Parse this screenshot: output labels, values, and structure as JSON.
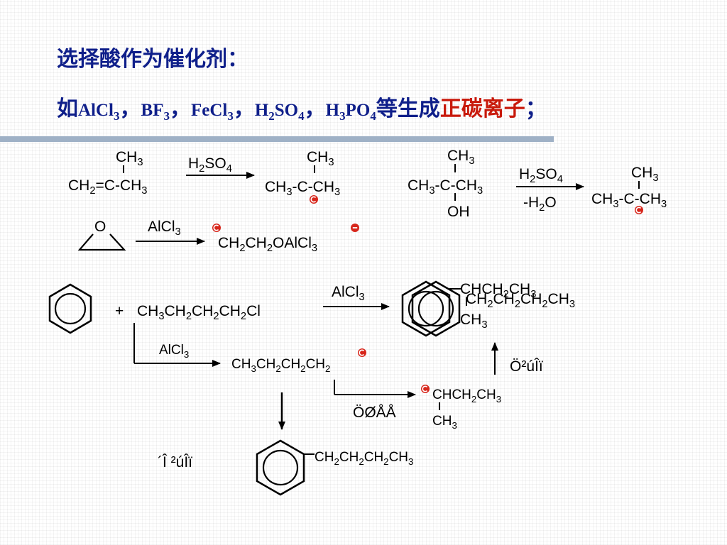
{
  "heading": {
    "line1": "选择酸作为催化剂：",
    "line2": {
      "prefix": "如",
      "catalysts": [
        {
          "parts": [
            {
              "t": "AlCl"
            },
            {
              "t": "3",
              "sub": true
            }
          ]
        },
        {
          "parts": [
            {
              "t": "BF"
            },
            {
              "t": "3",
              "sub": true
            }
          ]
        },
        {
          "parts": [
            {
              "t": "FeCl"
            },
            {
              "t": "3",
              "sub": true
            }
          ]
        },
        {
          "parts": [
            {
              "t": "H"
            },
            {
              "t": "2",
              "sub": true
            },
            {
              "t": "SO"
            },
            {
              "t": "4",
              "sub": true
            }
          ]
        },
        {
          "parts": [
            {
              "t": "H"
            },
            {
              "t": "3",
              "sub": true
            },
            {
              "t": "PO"
            },
            {
              "t": "4",
              "sub": true
            }
          ]
        }
      ],
      "separator": "，",
      "suffix": "等生成",
      "highlight": "正碳离子",
      "end": "；"
    }
  },
  "colors": {
    "heading": "#0f1f8a",
    "highlight": "#c8190b",
    "charge": "#d7261b",
    "rule": "#9fb1c6"
  },
  "reactions": {
    "r1": {
      "reactant_top": [
        {
          "t": "CH"
        },
        {
          "t": "3",
          "sub": true
        }
      ],
      "reactant": [
        {
          "t": "CH"
        },
        {
          "t": "2",
          "sub": true
        },
        {
          "t": "=C-CH"
        },
        {
          "t": "3",
          "sub": true
        }
      ],
      "reagent": [
        {
          "t": "H"
        },
        {
          "t": "2",
          "sub": true
        },
        {
          "t": "SO"
        },
        {
          "t": "4",
          "sub": true
        }
      ],
      "product_top": [
        {
          "t": "CH"
        },
        {
          "t": "3",
          "sub": true
        }
      ],
      "product": [
        {
          "t": "CH"
        },
        {
          "t": "3",
          "sub": true
        },
        {
          "t": "-C-CH"
        },
        {
          "t": "3",
          "sub": true
        }
      ]
    },
    "r2": {
      "reactant_top": [
        {
          "t": "CH"
        },
        {
          "t": "3",
          "sub": true
        }
      ],
      "reactant": [
        {
          "t": "CH"
        },
        {
          "t": "3",
          "sub": true
        },
        {
          "t": "-C-CH"
        },
        {
          "t": "3",
          "sub": true
        }
      ],
      "reactant_bottom": [
        {
          "t": "OH"
        }
      ],
      "reagent": [
        {
          "t": "H"
        },
        {
          "t": "2",
          "sub": true
        },
        {
          "t": "SO"
        },
        {
          "t": "4",
          "sub": true
        }
      ],
      "condition": [
        {
          "t": "-H"
        },
        {
          "t": "2",
          "sub": true
        },
        {
          "t": "O"
        }
      ],
      "product_top": [
        {
          "t": "CH"
        },
        {
          "t": "3",
          "sub": true
        }
      ],
      "product": [
        {
          "t": "CH"
        },
        {
          "t": "3",
          "sub": true
        },
        {
          "t": "-C-CH"
        },
        {
          "t": "3",
          "sub": true
        }
      ]
    },
    "r3": {
      "epoxide_o": [
        {
          "t": "O"
        }
      ],
      "reagent": [
        {
          "t": "AlCl"
        },
        {
          "t": "3",
          "sub": true
        }
      ],
      "product": [
        {
          "t": "CH"
        },
        {
          "t": "2",
          "sub": true
        },
        {
          "t": "CH"
        },
        {
          "t": "2",
          "sub": true
        },
        {
          "t": "OAlCl"
        },
        {
          "t": "3",
          "sub": true
        }
      ]
    },
    "r4": {
      "plus": "+",
      "alkyl_halide": [
        {
          "t": "CH"
        },
        {
          "t": "3",
          "sub": true
        },
        {
          "t": "CH"
        },
        {
          "t": "2",
          "sub": true
        },
        {
          "t": "CH"
        },
        {
          "t": "2",
          "sub": true
        },
        {
          "t": "CH"
        },
        {
          "t": "2",
          "sub": true
        },
        {
          "t": "Cl"
        }
      ],
      "reagent_main": [
        {
          "t": "AlCl"
        },
        {
          "t": "3",
          "sub": true
        }
      ],
      "reagent_branch": [
        {
          "t": "AlCl"
        },
        {
          "t": "3",
          "sub": true
        }
      ],
      "main_product_chain_a": [
        {
          "t": "CHCH"
        },
        {
          "t": "2",
          "sub": true
        },
        {
          "t": "CH"
        },
        {
          "t": "3",
          "sub": true
        }
      ],
      "main_product_chain_b": [
        {
          "t": "CH"
        },
        {
          "t": "2",
          "sub": true
        },
        {
          "t": "CH"
        },
        {
          "t": "2",
          "sub": true
        },
        {
          "t": "CH"
        },
        {
          "t": "2",
          "sub": true
        },
        {
          "t": "CH"
        },
        {
          "t": "3",
          "sub": true
        }
      ],
      "main_product_methyl": [
        {
          "t": "CH"
        },
        {
          "t": "3",
          "sub": true
        }
      ],
      "primary_carbocation": [
        {
          "t": "CH"
        },
        {
          "t": "3",
          "sub": true
        },
        {
          "t": "CH"
        },
        {
          "t": "2",
          "sub": true
        },
        {
          "t": "CH"
        },
        {
          "t": "2",
          "sub": true
        },
        {
          "t": "CH"
        },
        {
          "t": "2",
          "sub": true
        }
      ],
      "main_product_label": "Ö²úÎï",
      "rearrangement_label": "ÖØÅÅ",
      "secondary_carbocation": [
        {
          "t": "CHCH"
        },
        {
          "t": "2",
          "sub": true
        },
        {
          "t": "CH"
        },
        {
          "t": "3",
          "sub": true
        }
      ],
      "secondary_methyl": [
        {
          "t": "CH"
        },
        {
          "t": "3",
          "sub": true
        }
      ],
      "minor_product_label": "´Î ²úÎï",
      "minor_product_chain": [
        {
          "t": "CH"
        },
        {
          "t": "2",
          "sub": true
        },
        {
          "t": "CH"
        },
        {
          "t": "2",
          "sub": true
        },
        {
          "t": "CH"
        },
        {
          "t": "2",
          "sub": true
        },
        {
          "t": "CH"
        },
        {
          "t": "3",
          "sub": true
        }
      ]
    }
  }
}
